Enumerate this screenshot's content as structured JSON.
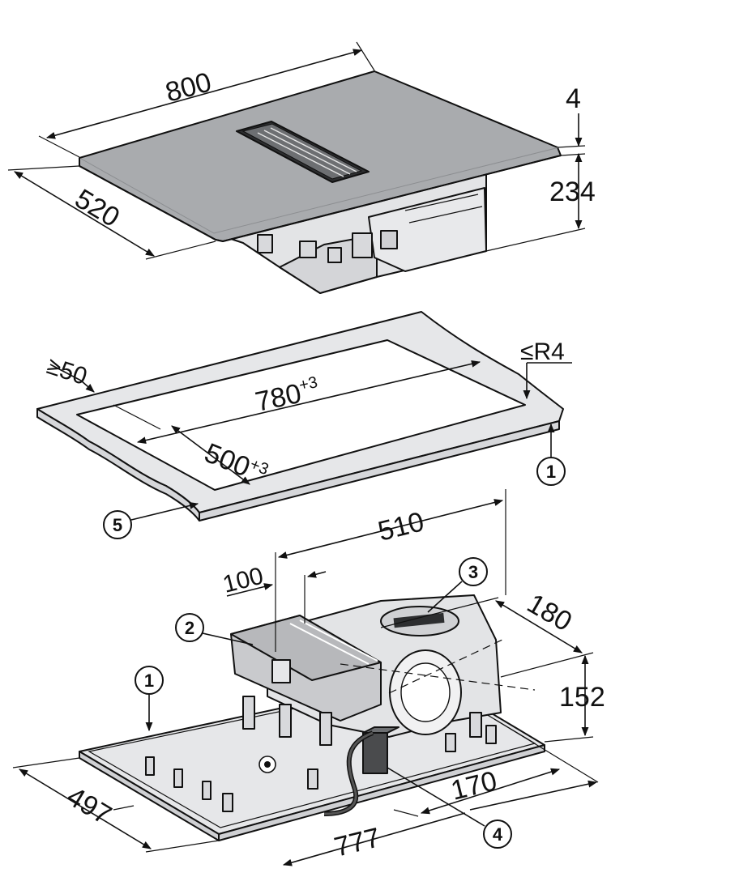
{
  "top_unit": {
    "width": "800",
    "depth": "520",
    "glass_thickness": "4",
    "height": "234"
  },
  "cutout": {
    "edge_min": "≥50",
    "corner_radius": "≤R4",
    "width_base": "780",
    "width_tol": "+3",
    "depth_base": "500",
    "depth_tol": "+3"
  },
  "bottom_unit": {
    "dim_510": "510",
    "dim_100": "100",
    "dim_180": "180",
    "dim_152": "152",
    "dim_497": "497",
    "dim_170": "170",
    "dim_777": "777"
  },
  "callouts": {
    "c1": "1",
    "c2": "2",
    "c3": "3",
    "c4": "4",
    "c5": "5"
  },
  "colors": {
    "glass": "#a9abae",
    "body": "#e3e4e6",
    "frame": "#e6e7e9",
    "lines": "#111111"
  }
}
